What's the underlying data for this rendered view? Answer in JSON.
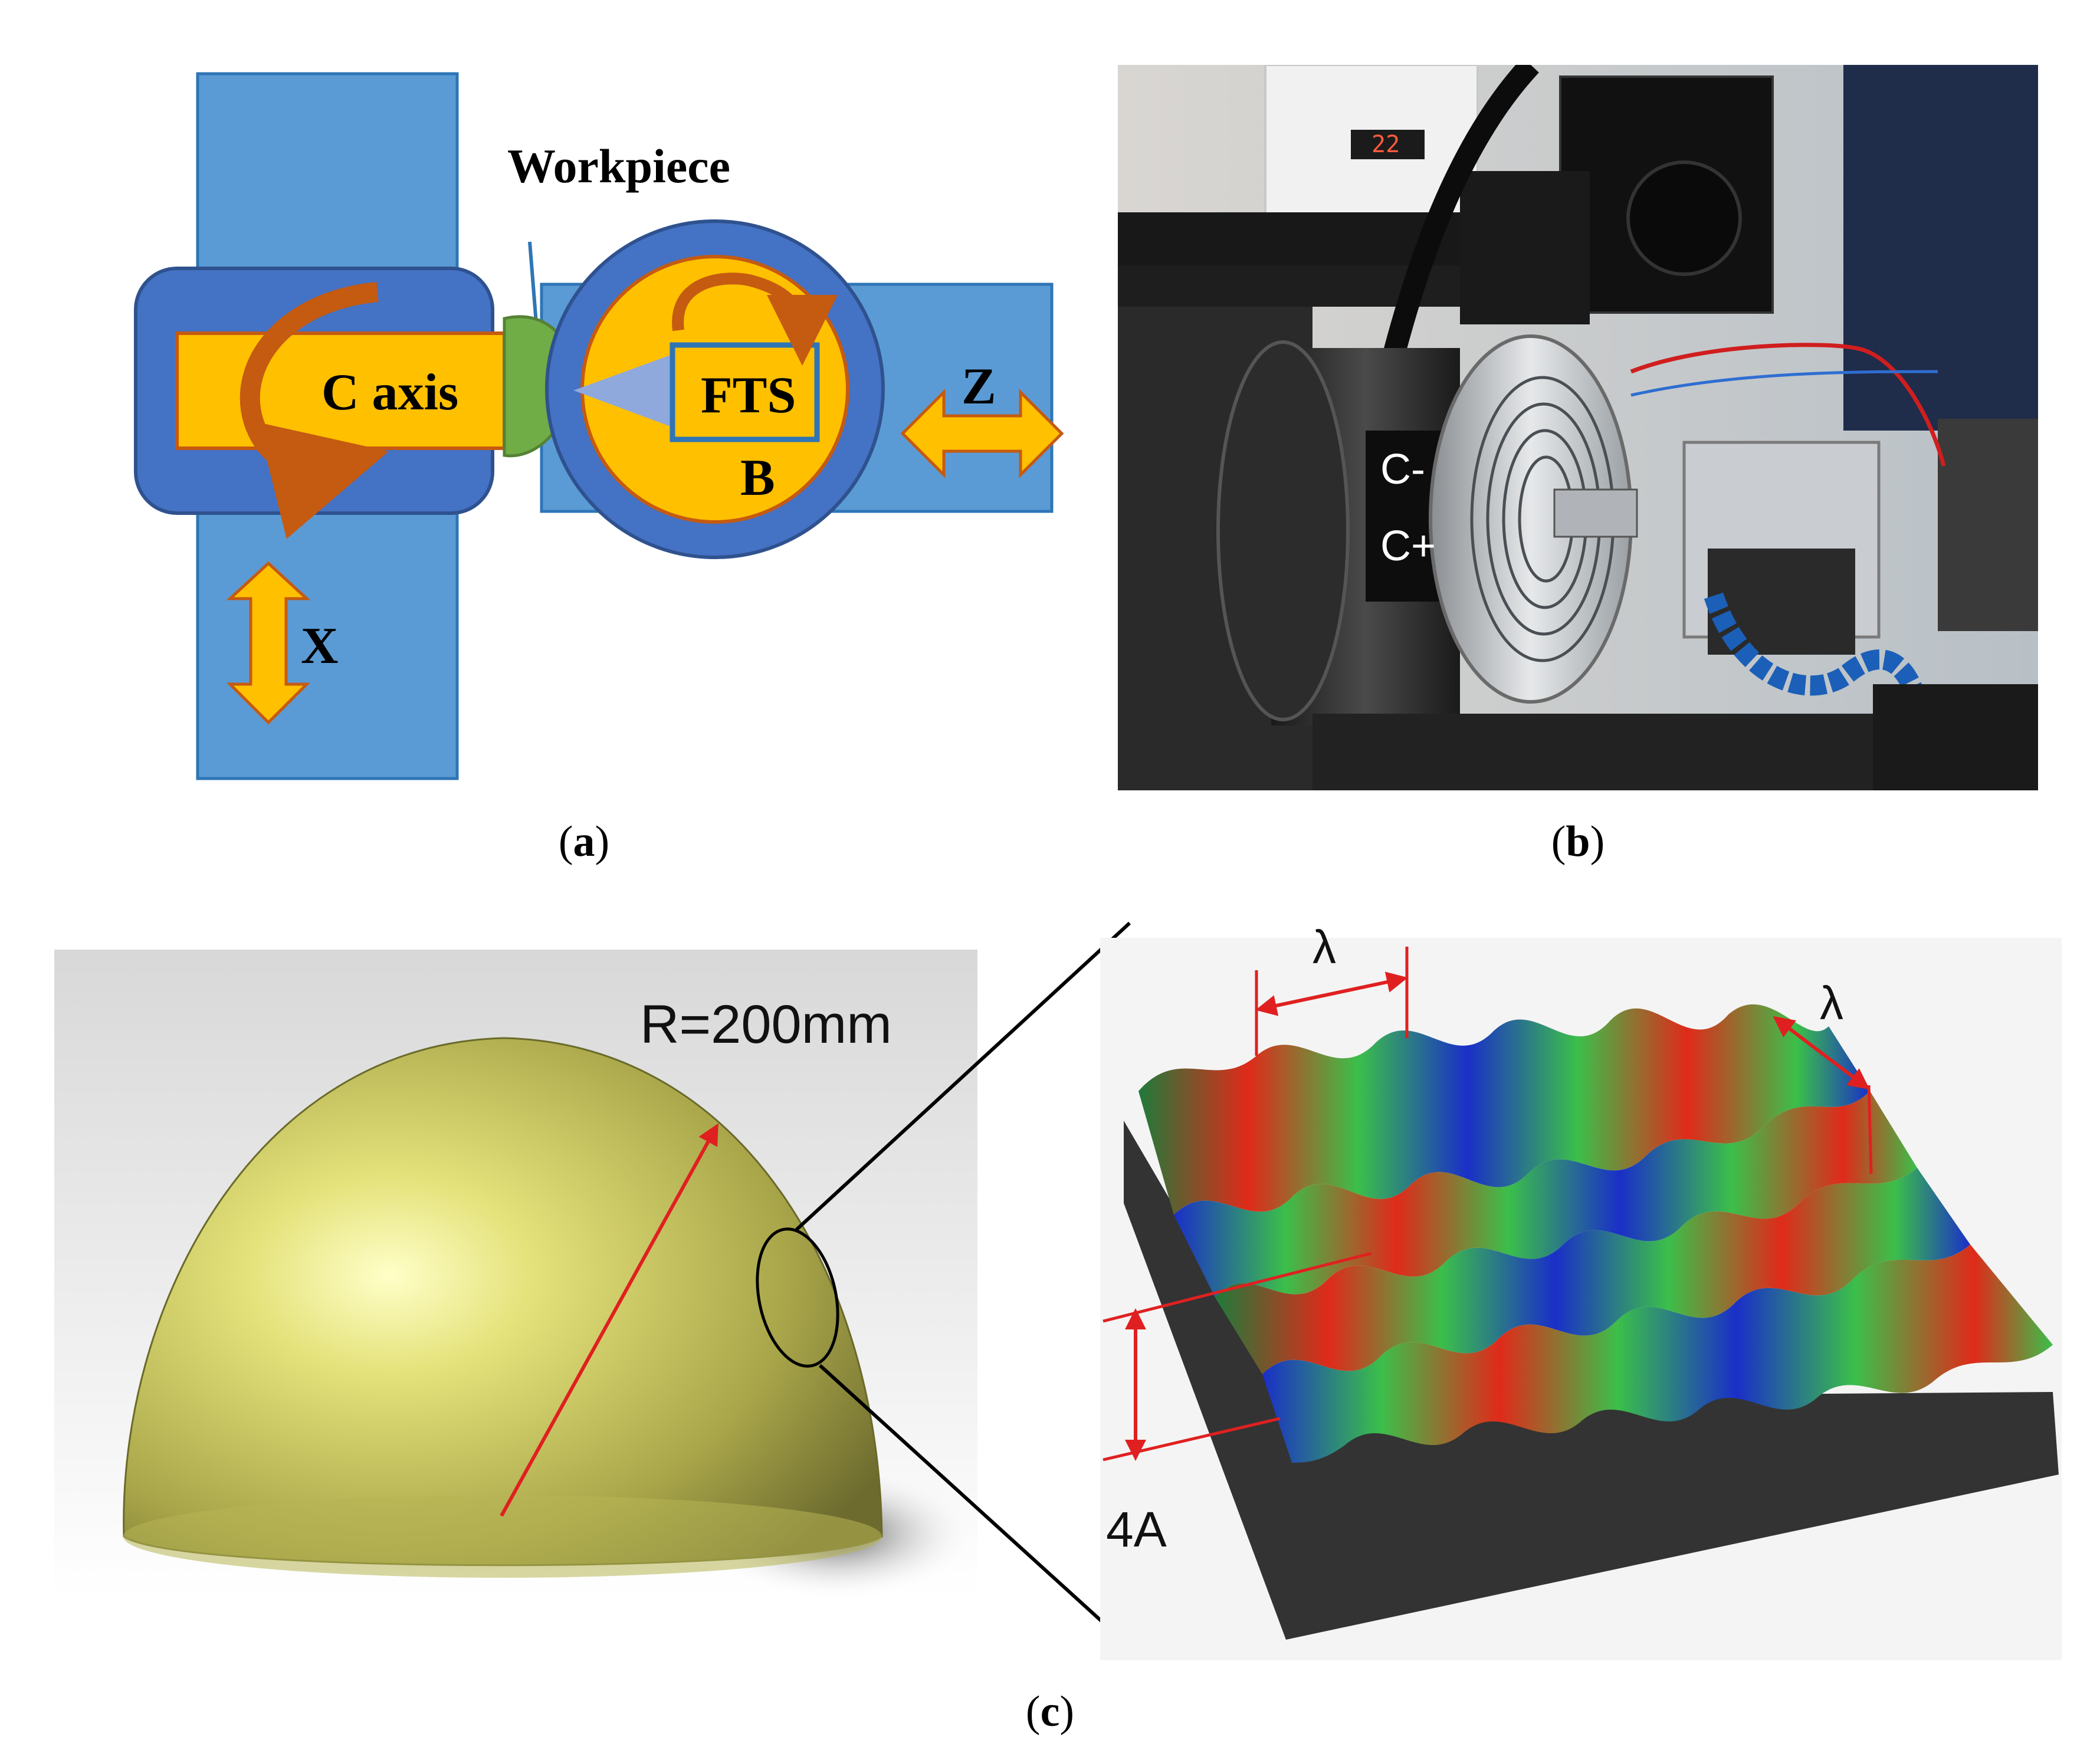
{
  "panel_a": {
    "caption_letter": "a",
    "workpiece_label": "Workpiece",
    "c_axis_label": "C axis",
    "fts_label": "FTS",
    "b_label": "B",
    "z_label": "Z",
    "x_label": "X"
  },
  "panel_b": {
    "caption_letter": "b",
    "c_minus_label": "C-",
    "c_plus_label": "C+",
    "display_readout": "22"
  },
  "panel_c": {
    "caption_letter": "c",
    "radius_label": "R=200mm",
    "lambda_label_1": "λ",
    "lambda_label_2": "λ",
    "amplitude_label": "4A"
  },
  "colors": {
    "blue_frame": "#5b9bd5",
    "dark_blue": "#4472c4",
    "gold": "#ffc000",
    "green": "#70ad47",
    "orange_arrow": "#c55a11",
    "red_marker": "#e02020"
  }
}
